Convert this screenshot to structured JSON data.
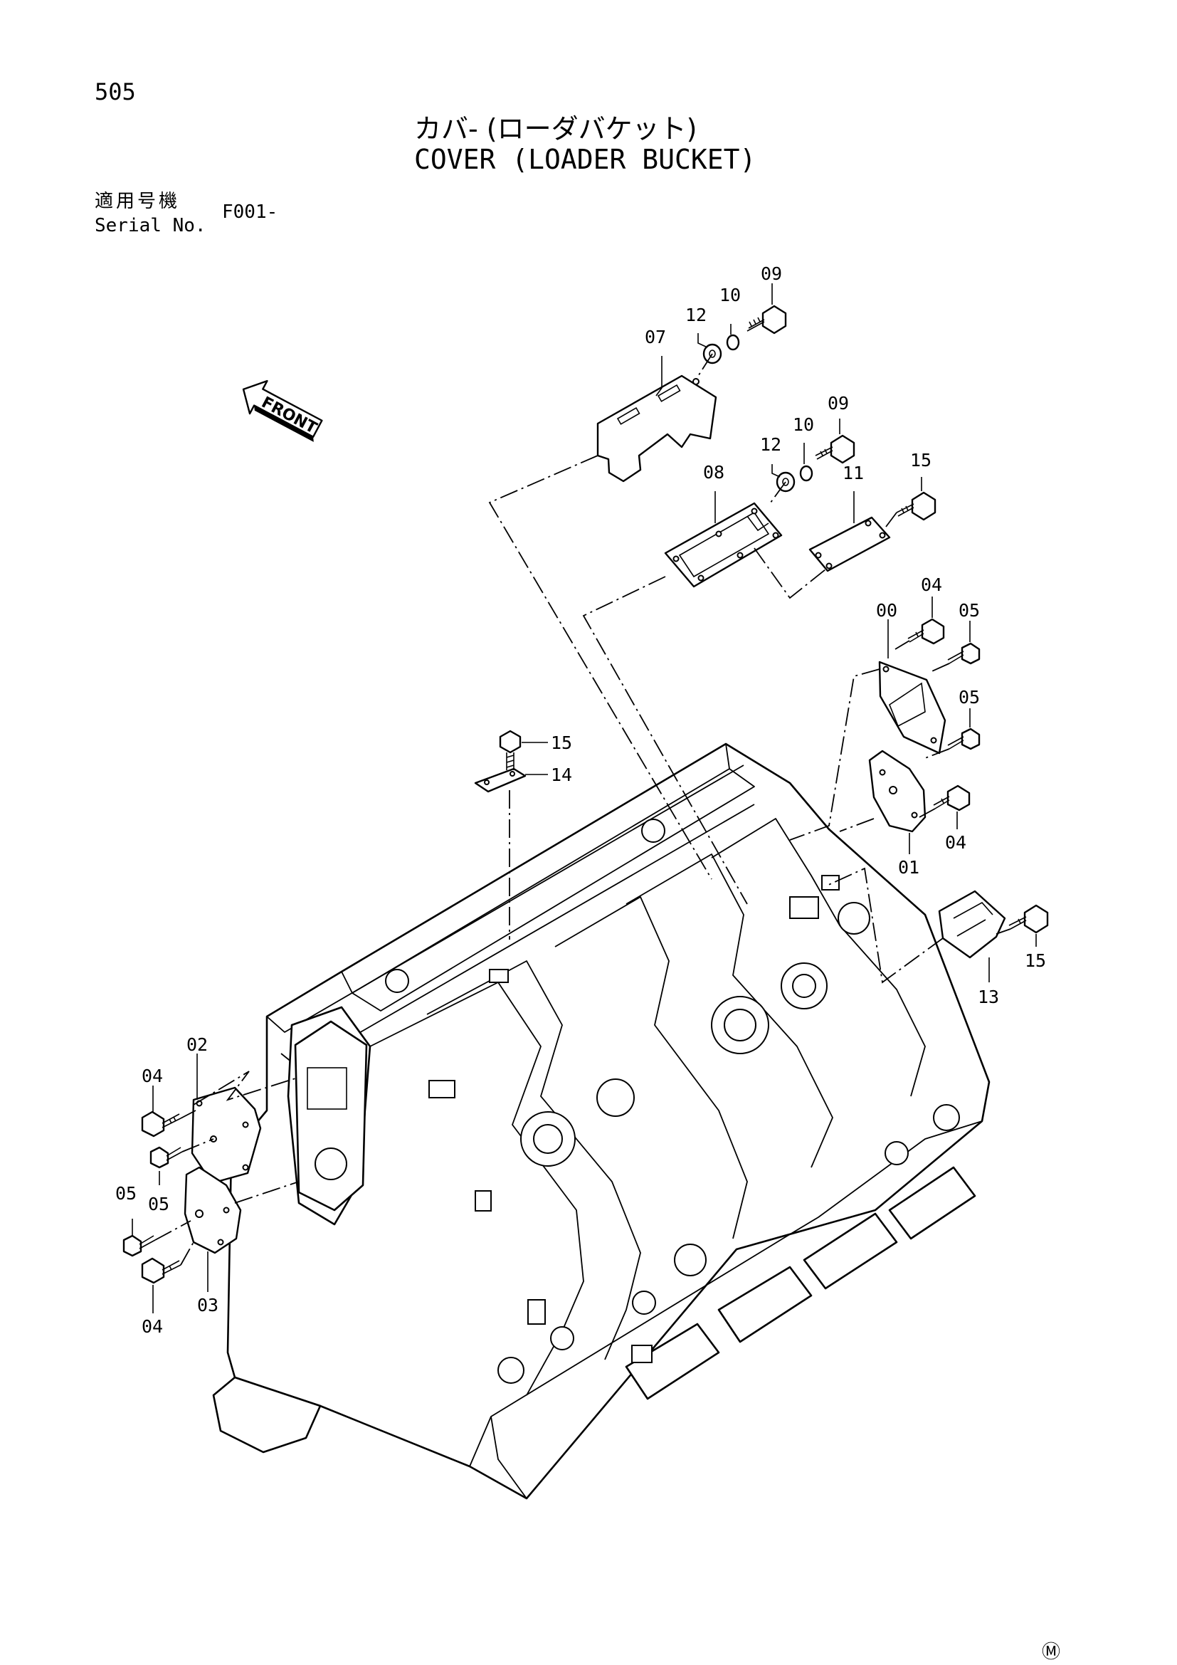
{
  "header": {
    "page_number": "505",
    "title_ja": "カバ- (ローダバケット)",
    "title_en": "COVER (LOADER BUCKET)",
    "serial_label_ja": "適用号機",
    "serial_label_en": "Serial No.",
    "serial_value": "F001-"
  },
  "direction_arrow": {
    "label": "FRONT"
  },
  "callouts": {
    "c00": "00",
    "c01": "01",
    "c02": "02",
    "c03": "03",
    "c04a": "04",
    "c04b": "04",
    "c04c": "04",
    "c04d": "04",
    "c05a": "05",
    "c05b": "05",
    "c05c": "05",
    "c05d": "05",
    "c07": "07",
    "c08": "08",
    "c09a": "09",
    "c09b": "09",
    "c10a": "10",
    "c10b": "10",
    "c11": "11",
    "c12a": "12",
    "c12b": "12",
    "c13": "13",
    "c14": "14",
    "c15a": "15",
    "c15b": "15",
    "c15c": "15"
  },
  "footer": {
    "mark": "Ⓜ"
  }
}
